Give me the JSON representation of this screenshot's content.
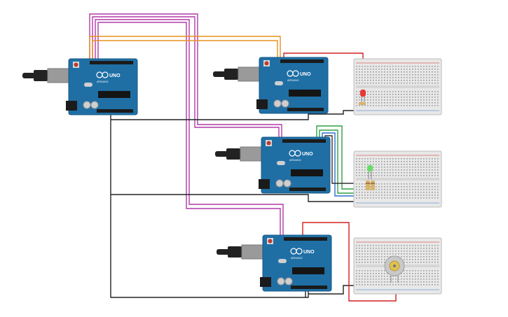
{
  "diagram": {
    "boards": [
      {
        "id": "master",
        "model_label": "UNO",
        "brand_label": "ARDUINO",
        "role": "controller"
      },
      {
        "id": "led-board",
        "model_label": "UNO",
        "brand_label": "ARDUINO",
        "role": "peripheral-red-led"
      },
      {
        "id": "rgb-board",
        "model_label": "UNO",
        "brand_label": "ARDUINO",
        "role": "peripheral-green-led"
      },
      {
        "id": "motor-board",
        "model_label": "UNO",
        "brand_label": "ARDUINO",
        "role": "peripheral-dc-motor"
      }
    ],
    "components": [
      {
        "id": "red-led",
        "kind": "led",
        "color": "#e53935"
      },
      {
        "id": "green-led",
        "kind": "led",
        "color": "#66dd66"
      },
      {
        "id": "resistors",
        "kind": "resistor-pair"
      },
      {
        "id": "dc-motor",
        "kind": "dc-motor"
      }
    ],
    "wire_colors": {
      "magenta": "#b03aa8",
      "orange": "#e8901e",
      "black": "#222222",
      "red": "#d42020",
      "green": "#2ea043",
      "blue": "#2f6fcc"
    },
    "colors": {
      "board": "#1f6fa5",
      "board_edge": "#175a88",
      "breadboard": "#e8e8e8",
      "usb_connector": "#9a9a9a",
      "dc_jack": "#222222"
    }
  }
}
